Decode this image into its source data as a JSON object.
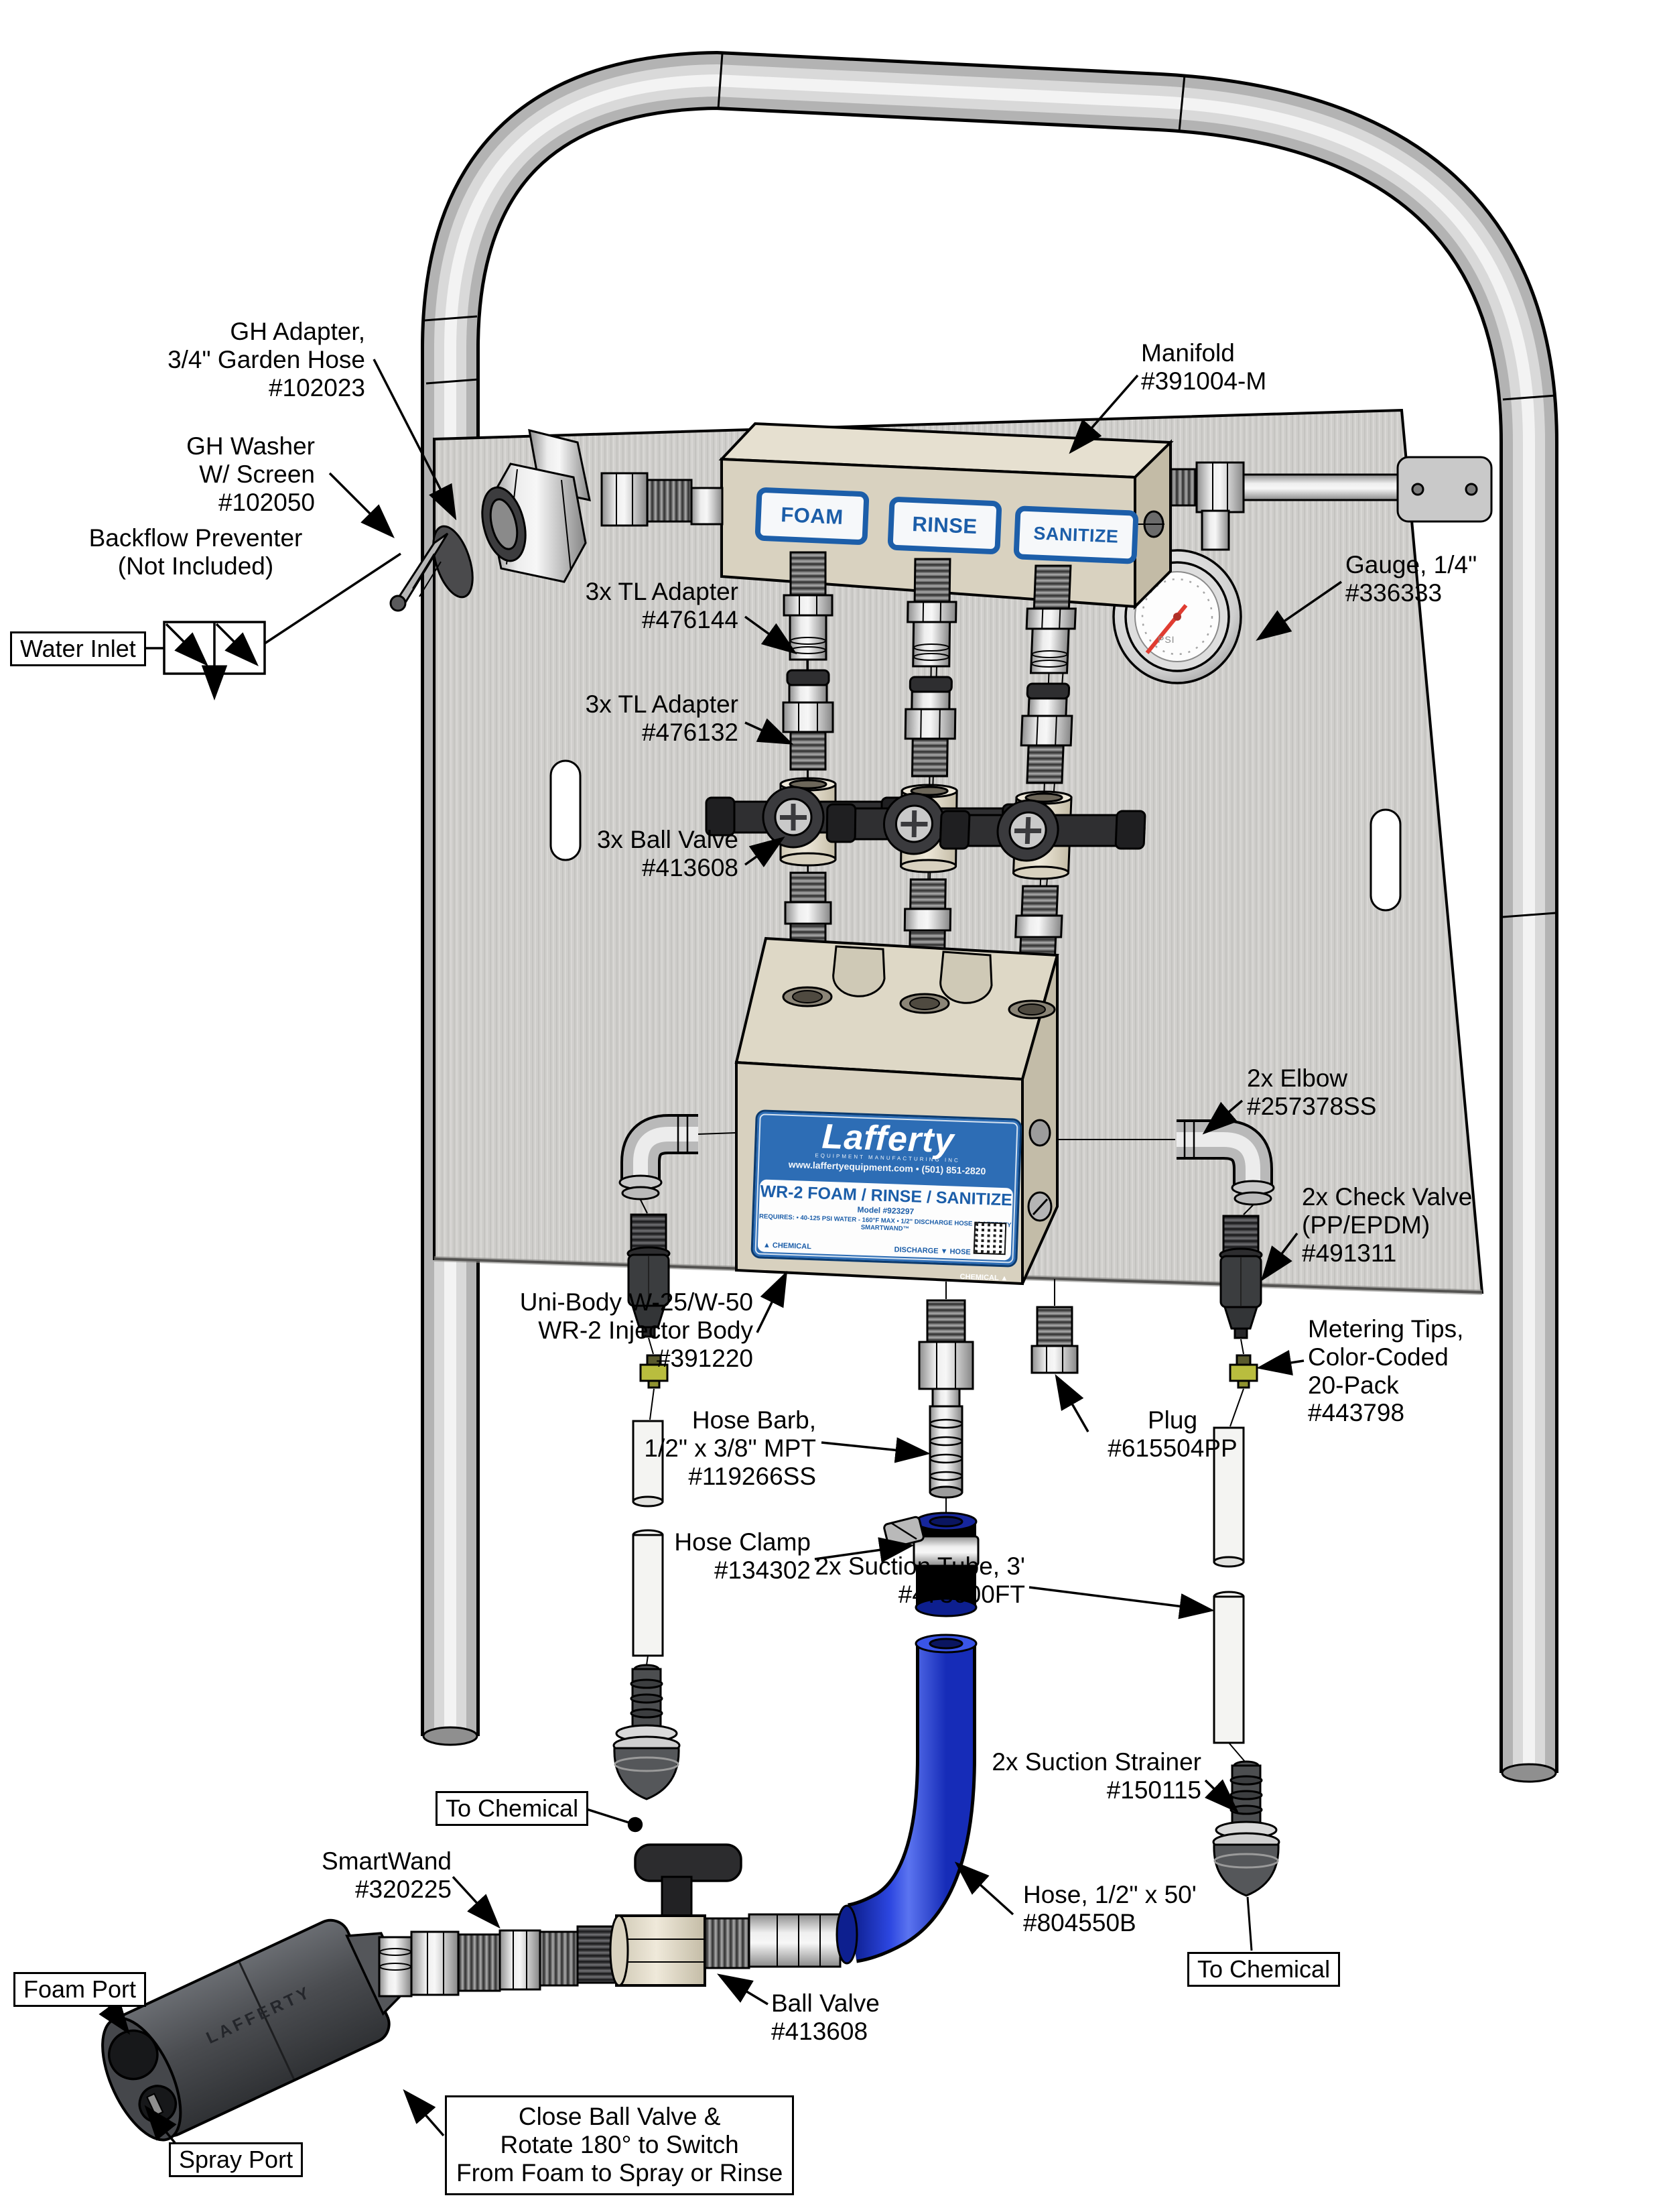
{
  "diagram": {
    "title_implicit": "Lafferty WR-2 Foam / Rinse / Sanitize exploded parts diagram",
    "colors": {
      "accent_blue": "#1c5ea9",
      "label_blue": "#2d6db5",
      "hose_blue": "#2137d6",
      "metering_tip": "#b9bd3e",
      "needle_red": "#e03c31",
      "beige": "#d9d2c0",
      "line": "#000000"
    }
  },
  "manifold": {
    "ports": [
      "FOAM",
      "RINSE",
      "SANITIZE"
    ]
  },
  "body_label": {
    "brand": "Lafferty",
    "brand_sub": "EQUIPMENT MANUFACTURING INC",
    "contact": "www.laffertyequipment.com • (501) 851-2820",
    "title": "WR-2 FOAM / RINSE / SANITIZE",
    "model": "Model #923297",
    "requirements": "REQUIRES: • 40-125 PSI WATER - 160°F MAX • 1/2\" DISCHARGE HOSE • LAFFERTY SMARTWAND™",
    "chemical_left": "▲ CHEMICAL",
    "discharge": "DISCHARGE ▼ HOSE",
    "chemical_right": "CHEMICAL ▲"
  },
  "gauge": {
    "face_text": "PSI"
  },
  "wand_brand": "LAFFERTY",
  "callouts": {
    "gh_adapter": {
      "lines": [
        "GH Adapter,",
        "3/4\" Garden Hose",
        "#102023"
      ]
    },
    "gh_washer": {
      "lines": [
        "GH Washer",
        "W/ Screen",
        "#102050"
      ]
    },
    "backflow": {
      "lines": [
        "Backflow Preventer",
        "(Not Included)"
      ]
    },
    "water_inlet": {
      "lines": [
        "Water Inlet"
      ]
    },
    "manifold": {
      "lines": [
        "Manifold",
        "#391004-M"
      ]
    },
    "gauge": {
      "lines": [
        "Gauge, 1/4\"",
        "#336333"
      ]
    },
    "tl_adapter_144": {
      "lines": [
        "3x TL Adapter",
        "#476144"
      ]
    },
    "tl_adapter_132": {
      "lines": [
        "3x TL Adapter",
        "#476132"
      ]
    },
    "ball_valve_3x": {
      "lines": [
        "3x Ball Valve",
        "#413608"
      ]
    },
    "elbow": {
      "lines": [
        "2x Elbow",
        "#257378SS"
      ]
    },
    "check_valve": {
      "lines": [
        "2x Check Valve",
        "(PP/EPDM)",
        "#491311"
      ]
    },
    "metering_tips": {
      "lines": [
        "Metering Tips,",
        "Color-Coded",
        "20-Pack",
        "#443798"
      ]
    },
    "uni_body": {
      "lines": [
        "Uni-Body W-25/W-50",
        "WR-2 Injector Body",
        "#391220"
      ]
    },
    "hose_barb": {
      "lines": [
        "Hose Barb,",
        "1/2\" x 3/8\" MPT",
        "#119266SS"
      ]
    },
    "plug": {
      "lines": [
        "Plug",
        "#615504PP"
      ]
    },
    "hose_clamp": {
      "lines": [
        "Hose Clamp",
        "#134302"
      ]
    },
    "suction_tube": {
      "lines": [
        "2x Suction Tube, 3'",
        "#473000FT"
      ]
    },
    "suction_strainer": {
      "lines": [
        "2x Suction Strainer",
        "#150115"
      ]
    },
    "hose": {
      "lines": [
        "Hose, 1/2\" x 50'",
        "#804550B"
      ]
    },
    "to_chemical_left": {
      "lines": [
        "To Chemical"
      ]
    },
    "to_chemical_right": {
      "lines": [
        "To Chemical"
      ]
    },
    "smartwand": {
      "lines": [
        "SmartWand",
        "#320225"
      ]
    },
    "foam_port": {
      "lines": [
        "Foam Port"
      ]
    },
    "ball_valve": {
      "lines": [
        "Ball Valve",
        "#413608"
      ]
    },
    "spray_port": {
      "lines": [
        "Spray Port"
      ]
    },
    "note": {
      "lines": [
        "Close Ball Valve &",
        "Rotate 180° to Switch",
        "From Foam to Spray or Rinse"
      ]
    }
  }
}
